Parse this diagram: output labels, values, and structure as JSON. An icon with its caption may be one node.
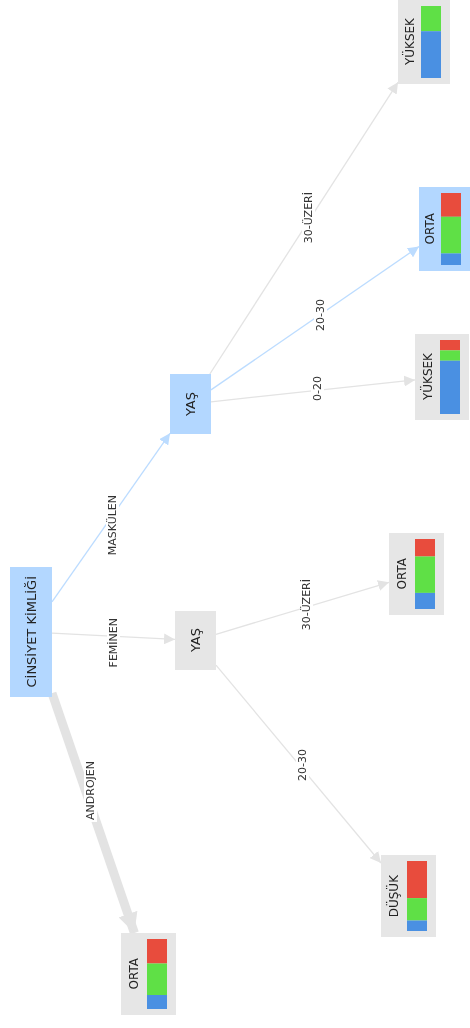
{
  "diagram": {
    "nodes": [
      {
        "text": [
          "CİNSİYET KİMLİĞİ"
        ]
      },
      {
        "text": [
          "YAŞ"
        ]
      },
      {
        "text": [
          "YAŞ"
        ]
      },
      {
        "text": [
          "ORTA"
        ]
      },
      {
        "text": [
          "DÜŞÜK"
        ]
      },
      {
        "text": [
          "ORTA"
        ]
      },
      {
        "text": [
          "YÜKSEK"
        ]
      },
      {
        "text": [
          "ORTA"
        ]
      },
      {
        "text": [
          "YÜKSEK"
        ]
      }
    ],
    "edges": [
      {
        "from": 0,
        "to": 3,
        "arrow": "to",
        "label": "ANDROJEN",
        "style": "thick"
      },
      {
        "from": 0,
        "to": 1,
        "arrow": "to",
        "label": "FEMİNEN"
      },
      {
        "from": 0,
        "to": 2,
        "arrow": "to",
        "label": "MASKÜLEN",
        "color": "#bcdcff"
      },
      {
        "from": 1,
        "to": 4,
        "arrow": "to",
        "label": "20-30"
      },
      {
        "from": 1,
        "to": 5,
        "arrow": "to",
        "label": "30-ÜZERİ"
      },
      {
        "from": 2,
        "to": 6,
        "arrow": "to",
        "label": "0-20"
      },
      {
        "from": 2,
        "to": 7,
        "arrow": "to",
        "label": "20-30",
        "color": "#bcdcff"
      },
      {
        "from": 2,
        "to": 8,
        "arrow": "to",
        "label": "30-ÜZERİ"
      }
    ]
  }
}
